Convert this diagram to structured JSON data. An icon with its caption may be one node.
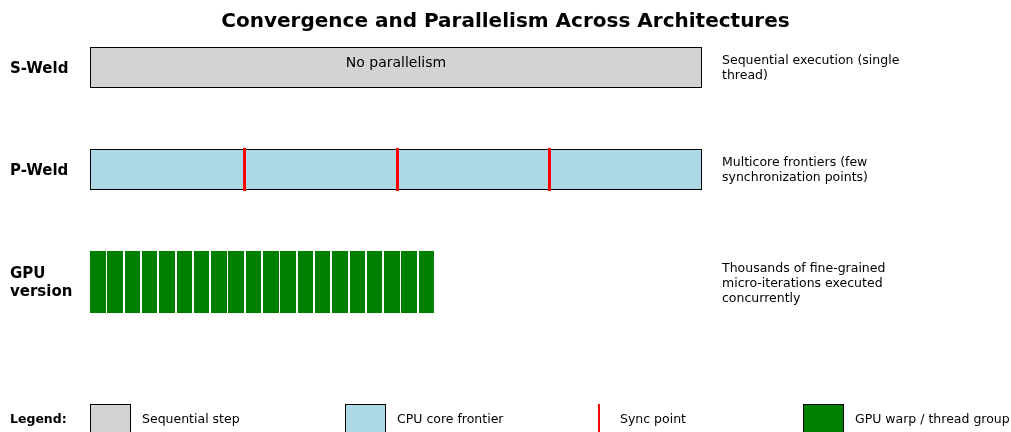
{
  "diagram": {
    "title": "Convergence and Parallelism Across Architectures",
    "nodes": [
      {
        "text": [
          "No parallelism"
        ],
        "beside": [
          "S-Weld",
          "Sequential execution (single thread)"
        ]
      },
      {
        "text": [],
        "shape": "bar",
        "beside": [
          "P-Weld",
          "Multicore frontiers (few synchronization points)"
        ]
      },
      {
        "text": [],
        "shape": "bar",
        "beside": [
          "GPU version"
        ]
      }
    ],
    "edges": [],
    "labels": [
      "Thousands of fine-grained micro-iterations executed concurrently",
      "Legend:"
    ],
    "legend": [
      {
        "text": "Sequential step",
        "color": "#d3d3d3"
      },
      {
        "text": "CPU core frontier",
        "color": "#add8e6"
      },
      {
        "text": "Sync point"
      },
      {
        "text": "GPU warp / thread group",
        "color": "#008000"
      }
    ]
  }
}
